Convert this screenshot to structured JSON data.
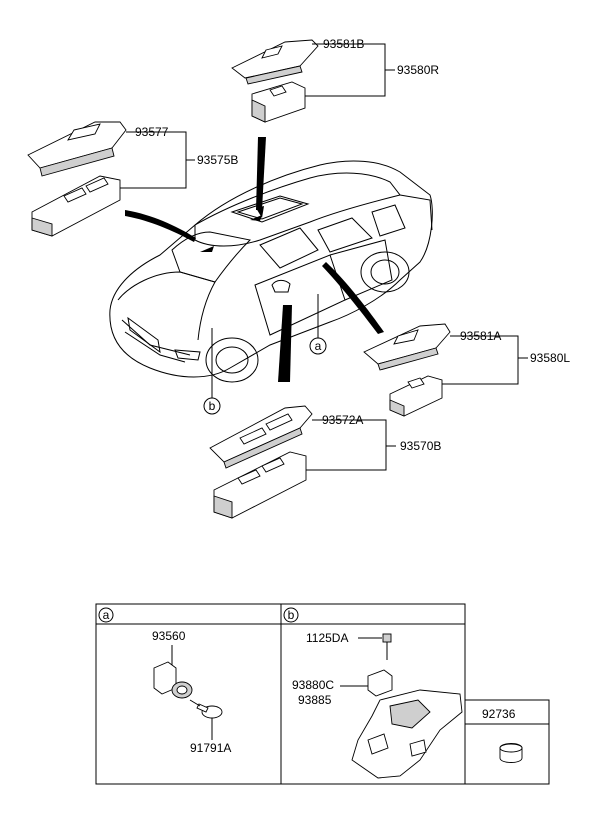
{
  "callouts": {
    "a": "a",
    "b": "b"
  },
  "parts": {
    "p93581B": "93581B",
    "p93580R": "93580R",
    "p93577": "93577",
    "p93575B": "93575B",
    "p93581A": "93581A",
    "p93580L": "93580L",
    "p93572A": "93572A",
    "p93570B": "93570B"
  },
  "table": {
    "panel_a": {
      "tag": "a",
      "p1": "93560",
      "p2": "91791A"
    },
    "panel_b": {
      "tag": "b",
      "p1": "1125DA",
      "p2": "93880C",
      "p3": "93885"
    },
    "panel_c": {
      "p1": "92736"
    }
  }
}
